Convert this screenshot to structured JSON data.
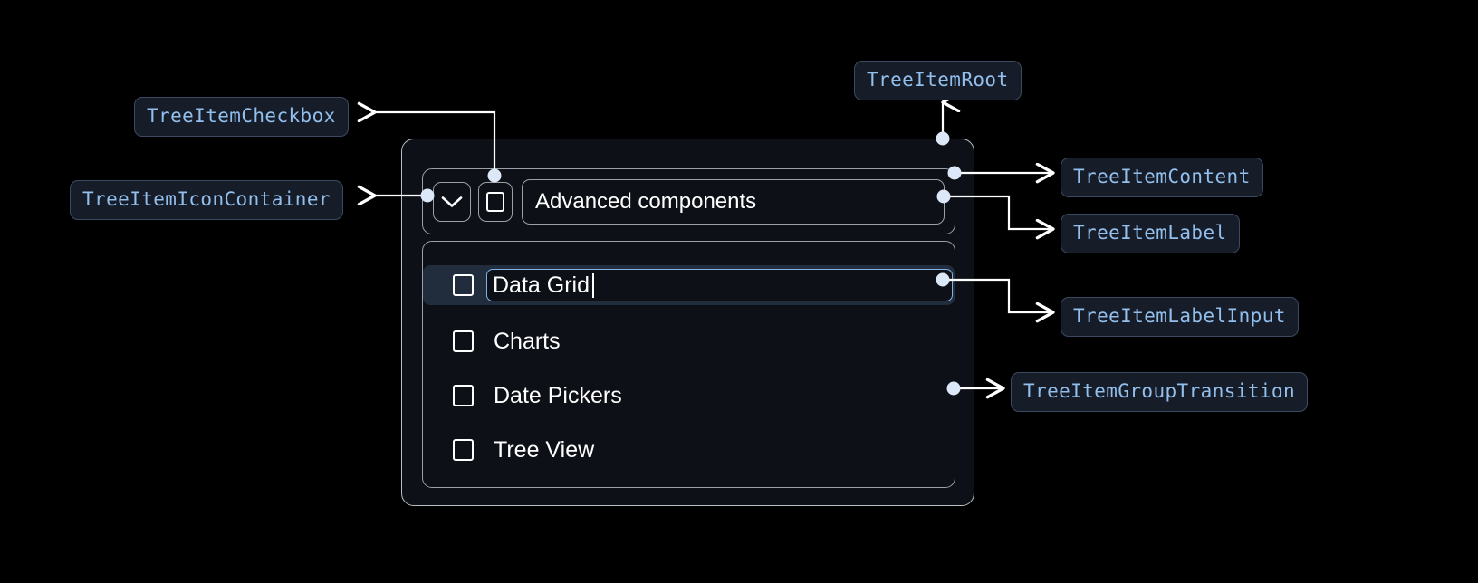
{
  "page": {
    "background": "#000000",
    "accent_blue": "#93bfed",
    "selected_row_bg": "#212d3d",
    "input_border": "#7fb2e8",
    "panel_bg": "#0d1117",
    "panel_border": "#b9bdc4",
    "chip_bg": "#161d29",
    "chip_border": "#3b4a60",
    "connector_color": "#ffffff"
  },
  "annotations": [
    {
      "id": "tree-item-checkbox",
      "label": "TreeItemCheckbox"
    },
    {
      "id": "tree-item-icon-container",
      "label": "TreeItemIconContainer"
    },
    {
      "id": "tree-item-root",
      "label": "TreeItemRoot"
    },
    {
      "id": "tree-item-content",
      "label": "TreeItemContent"
    },
    {
      "id": "tree-item-label",
      "label": "TreeItemLabel"
    },
    {
      "id": "tree-item-label-input",
      "label": "TreeItemLabelInput"
    },
    {
      "id": "tree-item-group-transition",
      "label": "TreeItemGroupTransition"
    }
  ],
  "tree": {
    "root": {
      "icon": "chevron-down-icon",
      "checkbox_checked": false,
      "label": "Advanced components"
    },
    "children": [
      {
        "label": "Data Grid",
        "checked": false,
        "editing": true,
        "selected": true
      },
      {
        "label": "Charts",
        "checked": false,
        "editing": false,
        "selected": false
      },
      {
        "label": "Date Pickers",
        "checked": false,
        "editing": false,
        "selected": false
      },
      {
        "label": "Tree View",
        "checked": false,
        "editing": false,
        "selected": false
      }
    ]
  }
}
